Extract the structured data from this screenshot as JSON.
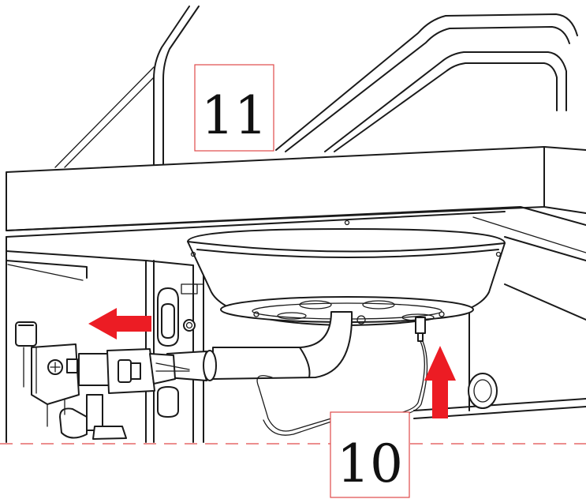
{
  "callouts": [
    {
      "id": "11",
      "label": "11"
    },
    {
      "id": "10",
      "label": "10"
    }
  ],
  "colors": {
    "arrow": "#ec1c24",
    "callout_box": "#e04a4a",
    "line_art": "#1a1a1a"
  },
  "arrows": [
    {
      "name": "left-arrow",
      "direction": "left"
    },
    {
      "name": "up-arrow",
      "direction": "up"
    }
  ]
}
